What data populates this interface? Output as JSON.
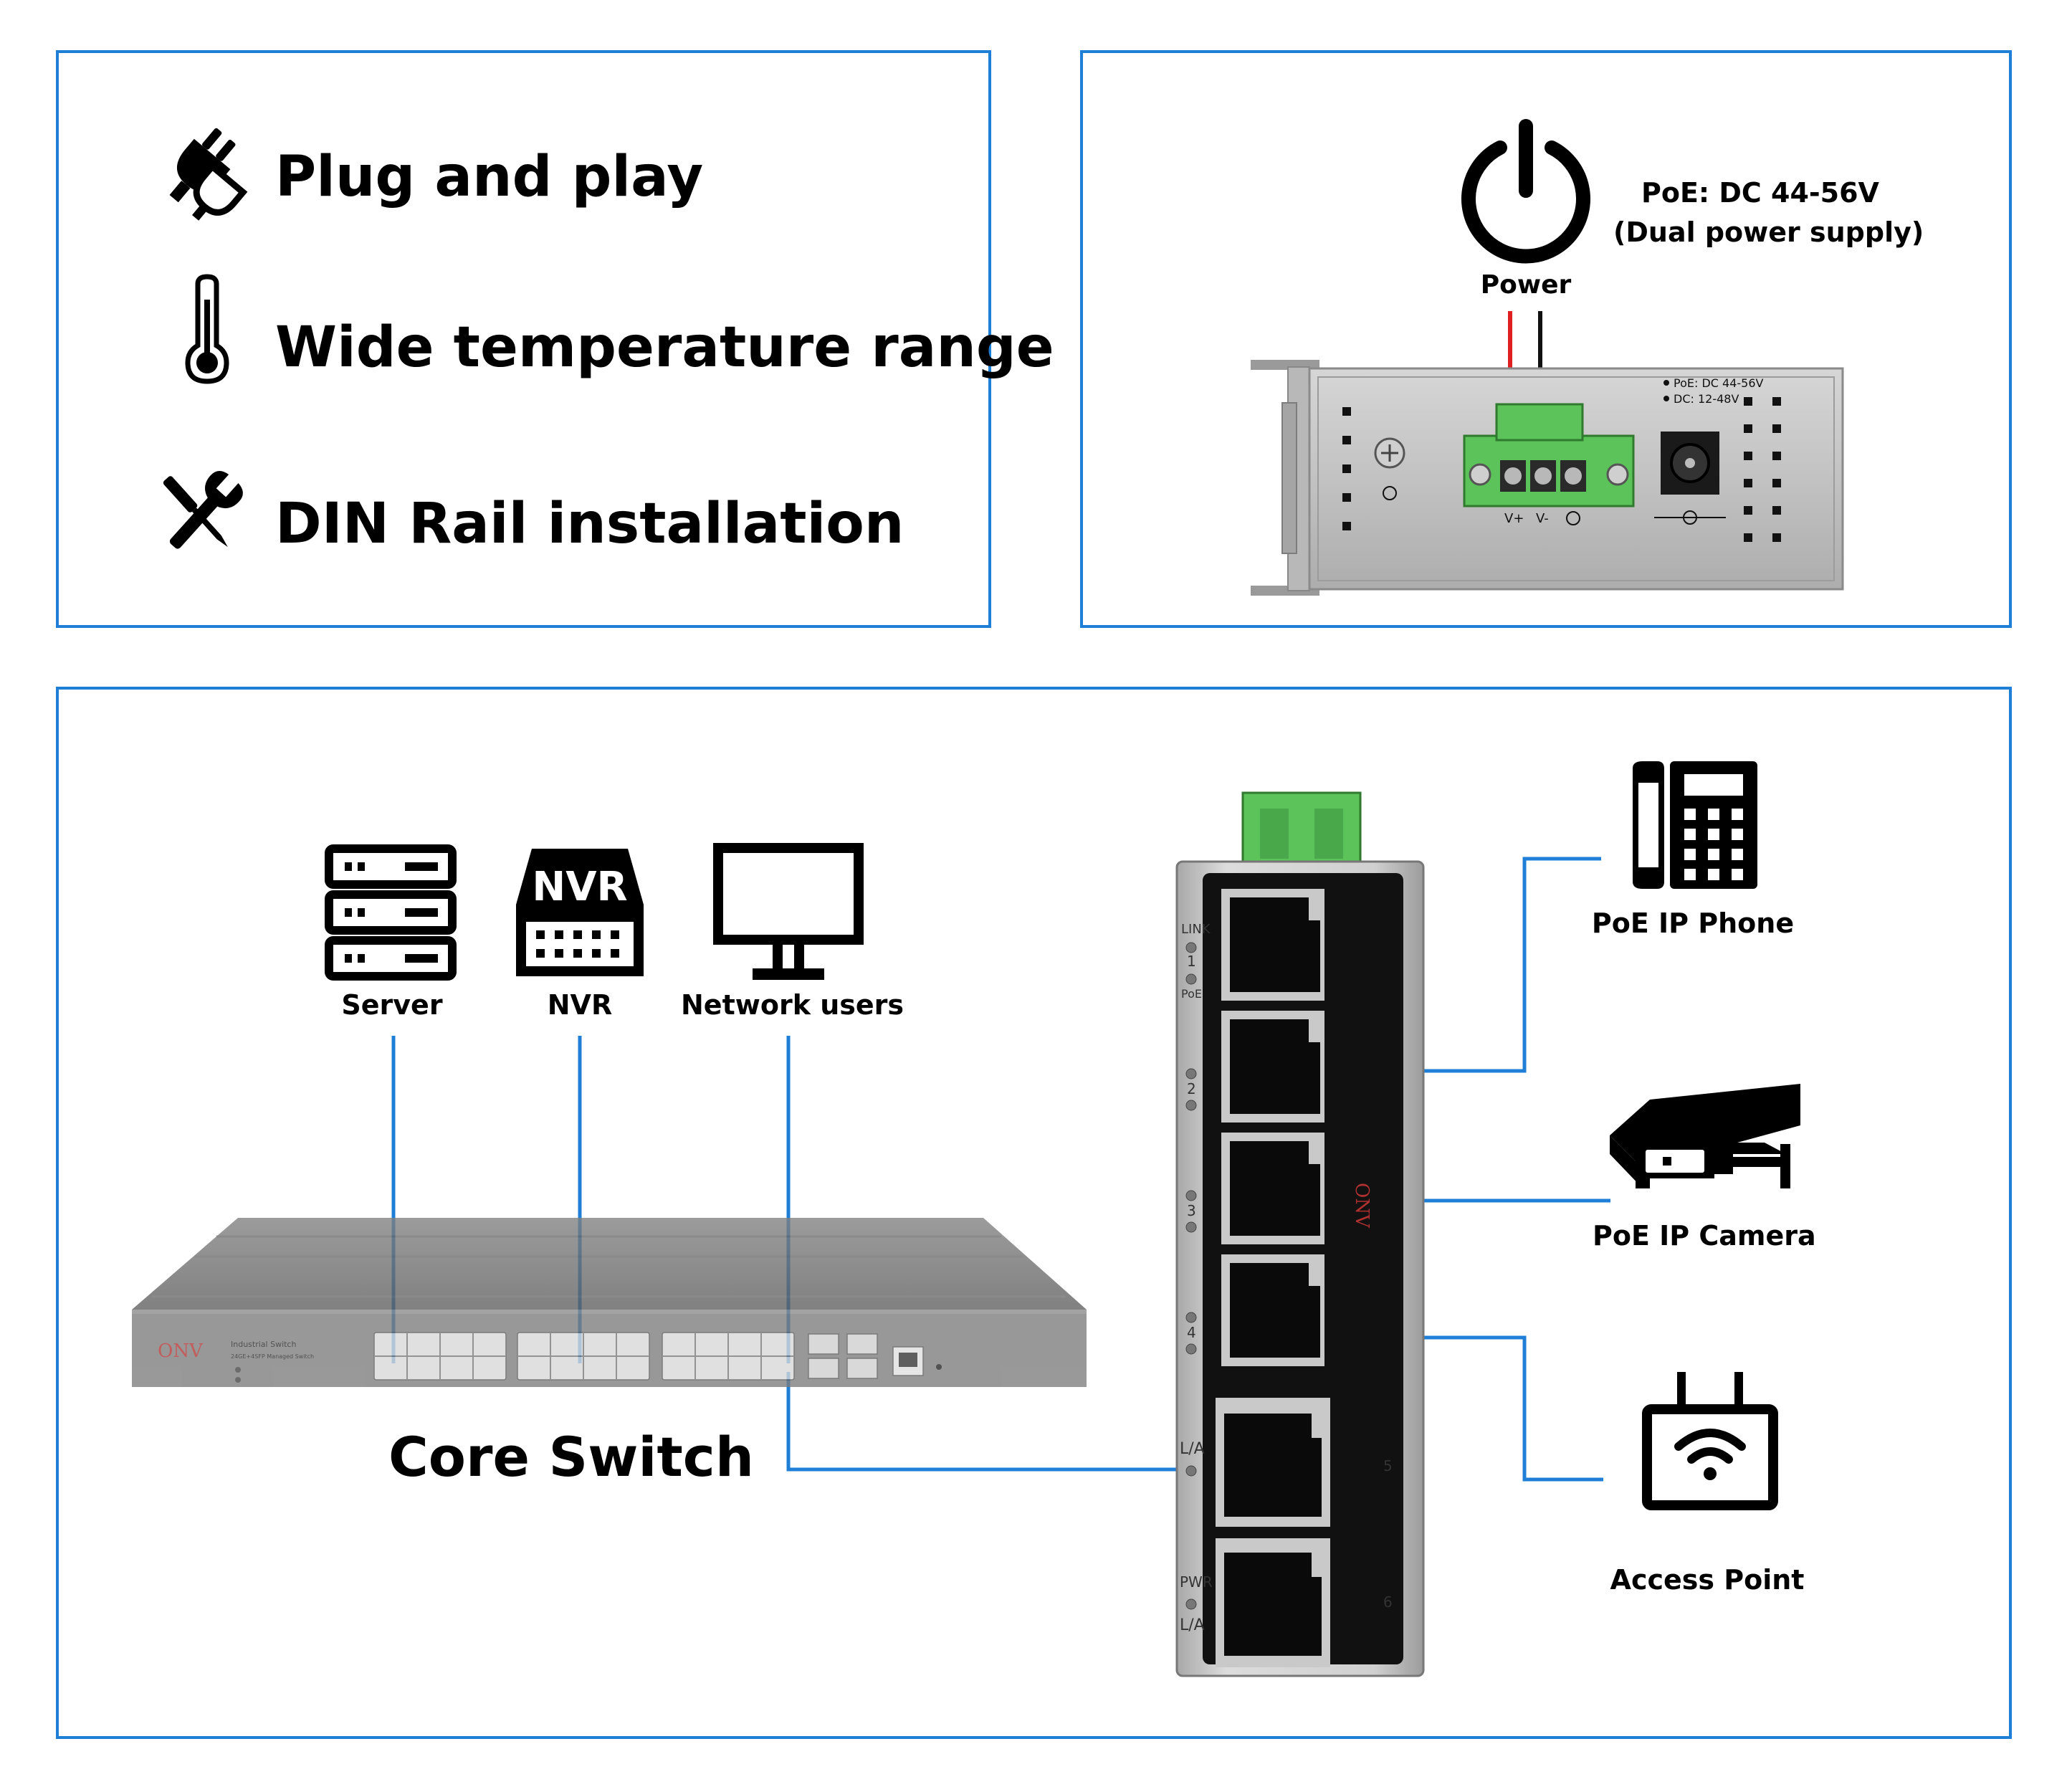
{
  "features": {
    "items": [
      {
        "label": "Plug and play",
        "icon": "plug-icon"
      },
      {
        "label": "Wide temperature range",
        "icon": "thermometer-icon"
      },
      {
        "label": "DIN Rail installation",
        "icon": "tools-icon"
      }
    ]
  },
  "power": {
    "icon_label": "Power",
    "spec_line1": "PoE: DC 44-56V",
    "spec_line2": "(Dual power supply)",
    "plate_line1": "PoE: DC 44-56V",
    "plate_line2": "DC: 12-48V",
    "terminal_vplus": "V+",
    "terminal_vminus": "V-"
  },
  "topology": {
    "sources": [
      {
        "label": "Server",
        "icon": "server-icon"
      },
      {
        "label": "NVR",
        "icon": "nvr-icon",
        "badge": "NVR"
      },
      {
        "label": "Network users",
        "icon": "monitor-icon"
      }
    ],
    "core_switch": {
      "label": "Core Switch",
      "brand": "ONV",
      "model_line1": "Industrial Switch",
      "model_line2": "24GE+4SFP Managed Switch"
    },
    "devices": [
      {
        "label": "PoE IP Phone",
        "icon": "ip-phone-icon"
      },
      {
        "label": "PoE IP Camera",
        "icon": "ip-camera-icon"
      },
      {
        "label": "Access Point",
        "icon": "access-point-icon"
      }
    ],
    "din_switch": {
      "brand": "ONV",
      "led_link": "LINK",
      "led_poe": "PoE",
      "port_numbers": [
        "1",
        "2",
        "3",
        "4",
        "5",
        "6"
      ],
      "led_la": "L/A",
      "led_pwr": "PWR"
    },
    "link_color": "#1f7fd6"
  }
}
